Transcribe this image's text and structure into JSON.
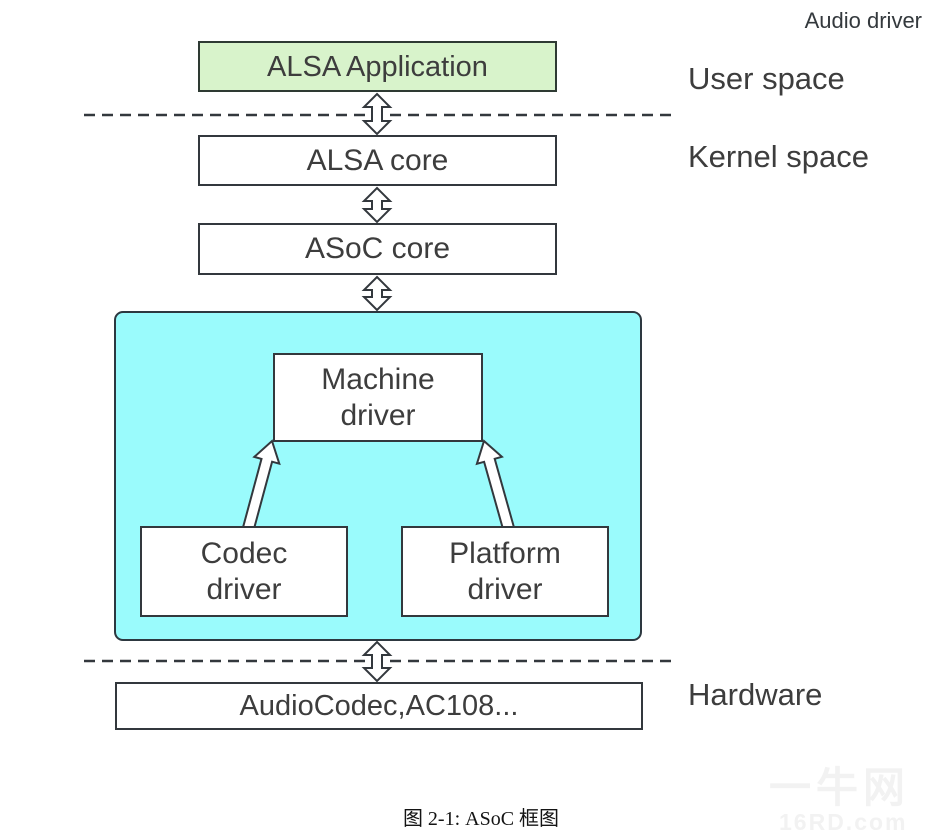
{
  "boxes": {
    "alsa_application": "ALSA Application",
    "alsa_core": "ALSA core",
    "asoc_core": "ASoC core",
    "audio_driver": "Audio driver",
    "machine_driver": {
      "line1": "Machine",
      "line2": "driver"
    },
    "codec_driver": {
      "line1": "Codec",
      "line2": "driver"
    },
    "platform_driver": {
      "line1": "Platform",
      "line2": "driver"
    },
    "hardware": "AudioCodec,AC108..."
  },
  "region_labels": {
    "user_space": "User space",
    "kernel_space": "Kernel space",
    "hardware": "Hardware"
  },
  "caption": "图 2-1: ASoC 框图",
  "watermark": {
    "title": "一牛网",
    "domain": "16RD.com"
  },
  "colors": {
    "application_fill": "#d8f3cb",
    "audio_driver_fill": "#9afbfc",
    "box_border": "#33383d",
    "text": "#3d3d3d",
    "watermark": "#f2f2f2"
  }
}
